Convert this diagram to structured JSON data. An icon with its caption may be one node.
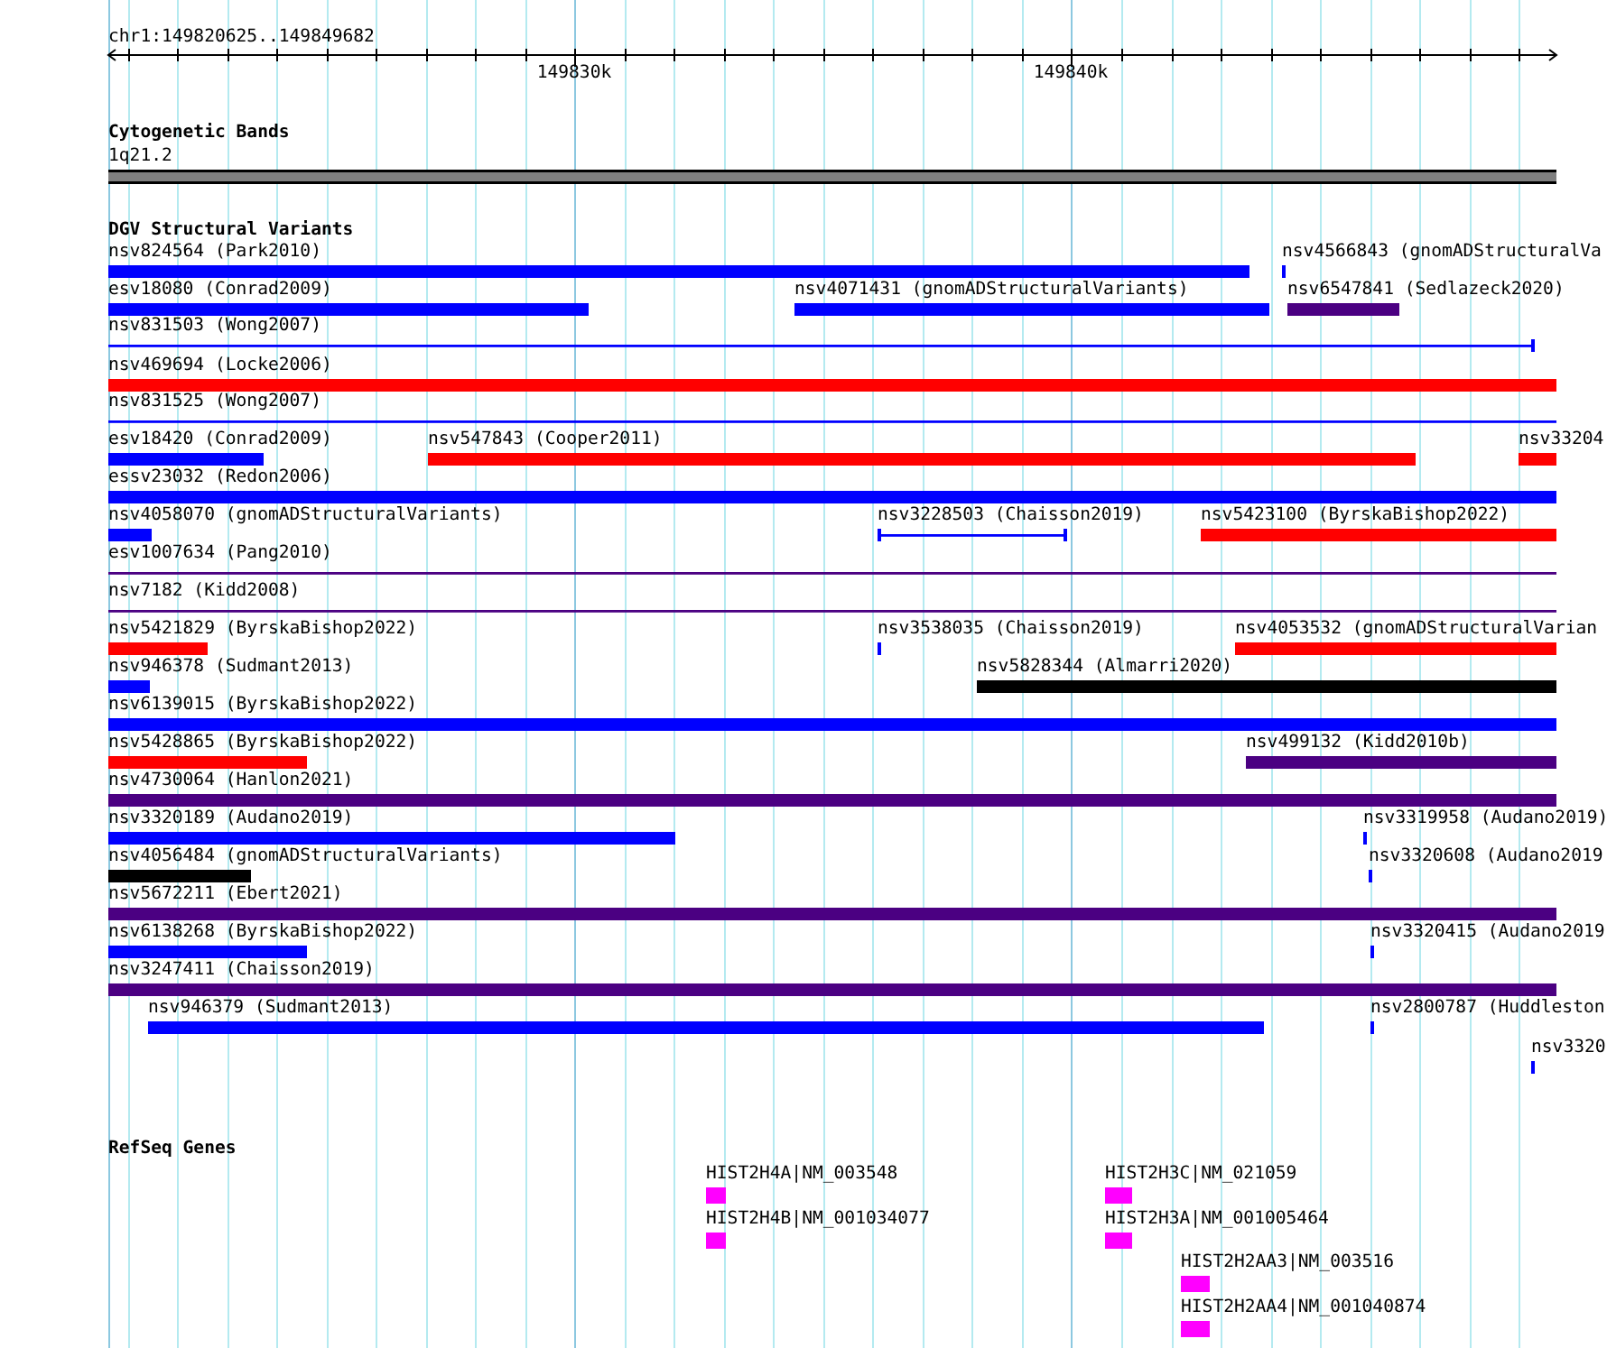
{
  "diagram": {
    "nodes": [
      {
        "text": [
          "1q21.2"
        ]
      },
      {
        "text": [
          "nsv824564 (Park2010)"
        ]
      },
      {
        "text": [
          "nsv4566843 (gnomADStructuralVa"
        ]
      },
      {
        "text": [
          "esv18080 (Conrad2009)"
        ]
      },
      {
        "text": [
          "nsv4071431 (gnomADStructuralVariants)"
        ]
      },
      {
        "text": [
          "nsv6547841 (Sedlazeck2020)"
        ]
      },
      {
        "text": [
          "nsv831503 (Wong2007)"
        ]
      },
      {
        "text": [
          "nsv469694 (Locke2006)"
        ]
      },
      {
        "text": [
          "nsv831525 (Wong2007)"
        ]
      },
      {
        "text": [
          "esv18420 (Conrad2009)"
        ]
      },
      {
        "text": [
          "nsv547843 (Cooper2011)"
        ]
      },
      {
        "text": [
          "nsv33204"
        ]
      },
      {
        "text": [
          "essv23032 (Redon2006)"
        ]
      },
      {
        "text": [
          "nsv4058070 (gnomADStructuralVariants)"
        ]
      },
      {
        "text": [
          "nsv3228503 (Chaisson2019)"
        ]
      },
      {
        "text": [
          "nsv5423100 (ByrskaBishop2022)"
        ]
      },
      {
        "text": [
          "esv1007634 (Pang2010)"
        ]
      },
      {
        "text": [
          "nsv7182 (Kidd2008)"
        ]
      },
      {
        "text": [
          "nsv5421829 (ByrskaBishop2022)"
        ]
      },
      {
        "text": [
          "nsv3538035 (Chaisson2019)"
        ]
      },
      {
        "text": [
          "nsv4053532 (gnomADStructuralVarian"
        ]
      },
      {
        "text": [
          "nsv946378 (Sudmant2013)"
        ]
      },
      {
        "text": [
          "nsv5828344 (Almarri2020)"
        ]
      },
      {
        "text": [
          "nsv6139015 (ByrskaBishop2022)"
        ]
      },
      {
        "text": [
          "nsv5428865 (ByrskaBishop2022)"
        ]
      },
      {
        "text": [
          "nsv499132 (Kidd2010b)"
        ]
      },
      {
        "text": [
          "nsv4730064 (Hanlon2021)"
        ]
      },
      {
        "text": [
          "nsv3320189 (Audano2019)"
        ]
      },
      {
        "text": [
          "nsv3319958 (Audano2019)"
        ]
      },
      {
        "text": [
          "nsv4056484 (gnomADStructuralVariants)"
        ]
      },
      {
        "text": [
          "nsv3320608 (Audano2019"
        ]
      },
      {
        "text": [
          "nsv5672211 (Ebert2021)"
        ]
      },
      {
        "text": [
          "nsv6138268 (ByrskaBishop2022)"
        ]
      },
      {
        "text": [
          "nsv3320415 (Audano2019"
        ]
      },
      {
        "text": [
          "nsv3247411 (Chaisson2019)"
        ]
      },
      {
        "text": [
          "nsv946379 (Sudmant2013)"
        ]
      },
      {
        "text": [
          "nsv2800787 (Huddleston"
        ]
      },
      {
        "text": [
          "nsv3320"
        ]
      },
      {
        "text": [
          "HIST2H4A|NM_003548"
        ]
      },
      {
        "text": [
          "HIST2H4B|NM_001034077"
        ]
      },
      {
        "text": [
          "HIST2H3C|NM_021059"
        ]
      },
      {
        "text": [
          "HIST2H3A|NM_001005464"
        ]
      },
      {
        "text": [
          "HIST2H2AA3|NM_003516"
        ]
      },
      {
        "text": [
          "HIST2H2AA4|NM_001040874"
        ]
      }
    ],
    "labels": [
      "chr1:149820625..149849682",
      "149830k",
      "149840k",
      "Cytogenetic Bands",
      "DGV Structural Variants",
      "RefSeq Genes"
    ]
  }
}
